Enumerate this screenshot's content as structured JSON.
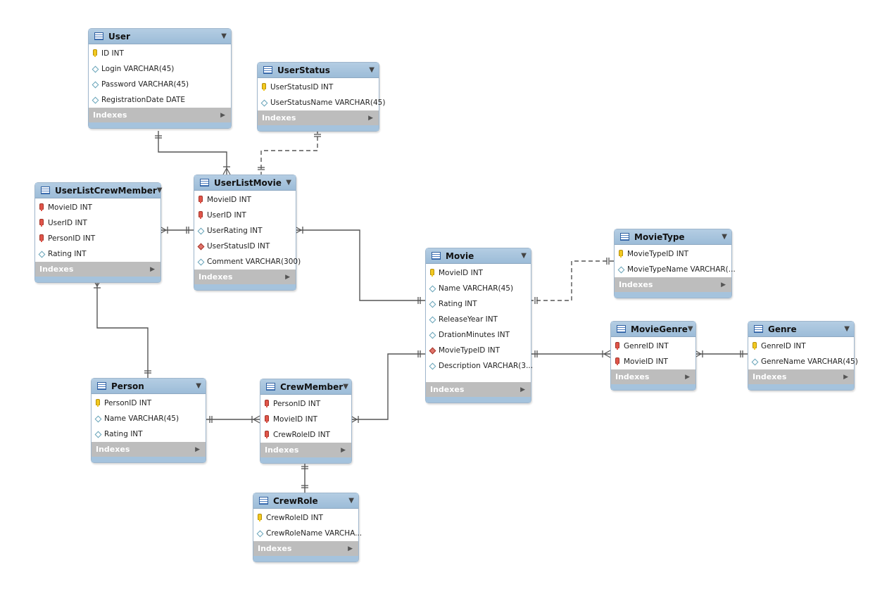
{
  "diagram": {
    "index_label": "Indexes",
    "tables": {
      "user": {
        "name": "User",
        "columns": [
          {
            "text": "ID INT",
            "icon": "primary-key"
          },
          {
            "text": "Login VARCHAR(45)",
            "icon": "column-diamond"
          },
          {
            "text": "Password VARCHAR(45)",
            "icon": "column-diamond"
          },
          {
            "text": "RegistrationDate DATE",
            "icon": "column-diamond"
          }
        ]
      },
      "user_status": {
        "name": "UserStatus",
        "columns": [
          {
            "text": "UserStatusID INT",
            "icon": "primary-key"
          },
          {
            "text": "UserStatusName VARCHAR(45)",
            "icon": "column-diamond"
          }
        ]
      },
      "user_list_crew_member": {
        "name": "UserListCrewMember",
        "columns": [
          {
            "text": "MovieID INT",
            "icon": "foreign-key"
          },
          {
            "text": "UserID INT",
            "icon": "foreign-key"
          },
          {
            "text": "PersonID INT",
            "icon": "foreign-key"
          },
          {
            "text": "Rating INT",
            "icon": "column-diamond"
          }
        ]
      },
      "user_list_movie": {
        "name": "UserListMovie",
        "columns": [
          {
            "text": "MovieID INT",
            "icon": "foreign-key"
          },
          {
            "text": "UserID INT",
            "icon": "foreign-key"
          },
          {
            "text": "UserRating INT",
            "icon": "column-diamond"
          },
          {
            "text": "UserStatusID INT",
            "icon": "foreign-key-diamond"
          },
          {
            "text": "Comment VARCHAR(300)",
            "icon": "column-diamond"
          }
        ]
      },
      "movie_type": {
        "name": "MovieType",
        "columns": [
          {
            "text": "MovieTypeID INT",
            "icon": "primary-key"
          },
          {
            "text": "MovieTypeName VARCHAR(...",
            "icon": "column-diamond"
          }
        ]
      },
      "movie": {
        "name": "Movie",
        "columns": [
          {
            "text": "MovieID INT",
            "icon": "primary-key"
          },
          {
            "text": "Name VARCHAR(45)",
            "icon": "column-diamond"
          },
          {
            "text": "Rating INT",
            "icon": "column-diamond"
          },
          {
            "text": "ReleaseYear INT",
            "icon": "column-diamond"
          },
          {
            "text": "DrationMinutes INT",
            "icon": "column-diamond"
          },
          {
            "text": "MovieTypeID INT",
            "icon": "foreign-key-diamond"
          },
          {
            "text": "Description VARCHAR(3...",
            "icon": "column-diamond"
          }
        ]
      },
      "movie_genre": {
        "name": "MovieGenre",
        "columns": [
          {
            "text": "GenreID INT",
            "icon": "foreign-key"
          },
          {
            "text": "MovieID INT",
            "icon": "foreign-key"
          }
        ]
      },
      "genre": {
        "name": "Genre",
        "columns": [
          {
            "text": "GenreID INT",
            "icon": "primary-key"
          },
          {
            "text": "GenreName VARCHAR(45)",
            "icon": "column-diamond"
          }
        ]
      },
      "person": {
        "name": "Person",
        "columns": [
          {
            "text": "PersonID INT",
            "icon": "primary-key"
          },
          {
            "text": "Name VARCHAR(45)",
            "icon": "column-diamond"
          },
          {
            "text": "Rating INT",
            "icon": "column-diamond"
          }
        ]
      },
      "crew_member": {
        "name": "CrewMember",
        "columns": [
          {
            "text": "PersonID INT",
            "icon": "foreign-key"
          },
          {
            "text": "MovieID INT",
            "icon": "foreign-key"
          },
          {
            "text": "CrewRoleID INT",
            "icon": "foreign-key"
          }
        ]
      },
      "crew_role": {
        "name": "CrewRole",
        "columns": [
          {
            "text": "CrewRoleID INT",
            "icon": "primary-key"
          },
          {
            "text": "CrewRoleName VARCHA...",
            "icon": "column-diamond"
          }
        ]
      }
    },
    "relationships": [
      {
        "from": "user",
        "to": "user_list_movie",
        "identifying": true
      },
      {
        "from": "user_status",
        "to": "user_list_movie",
        "identifying": false
      },
      {
        "from": "user_list_movie",
        "to": "user_list_crew_member",
        "identifying": true
      },
      {
        "from": "movie",
        "to": "user_list_movie",
        "identifying": true
      },
      {
        "from": "person",
        "to": "user_list_crew_member",
        "identifying": true
      },
      {
        "from": "movie_type",
        "to": "movie",
        "identifying": false
      },
      {
        "from": "movie",
        "to": "movie_genre",
        "identifying": true
      },
      {
        "from": "genre",
        "to": "movie_genre",
        "identifying": true
      },
      {
        "from": "person",
        "to": "crew_member",
        "identifying": true
      },
      {
        "from": "movie",
        "to": "crew_member",
        "identifying": true
      },
      {
        "from": "crew_role",
        "to": "crew_member",
        "identifying": true
      }
    ],
    "colors": {
      "header": "#9cbcd8",
      "index_bar": "#bdbdbd",
      "line": "#555555",
      "primary_key": "#f2c81f",
      "foreign_key": "#e0554a"
    }
  }
}
